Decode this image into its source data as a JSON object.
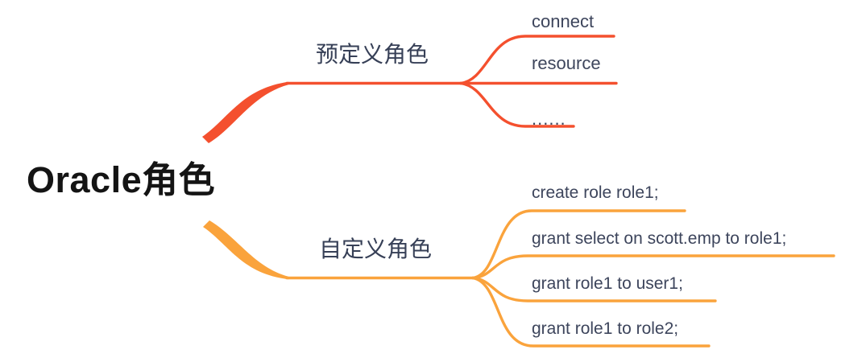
{
  "root": {
    "label": "Oracle角色",
    "label_latin": "Oracle",
    "label_cjk": "角色"
  },
  "branches": [
    {
      "id": "predefined-roles",
      "label": "预定义角色",
      "color": "#f4502e",
      "children": [
        {
          "label": "connect"
        },
        {
          "label": "resource"
        },
        {
          "label": "......"
        }
      ]
    },
    {
      "id": "custom-roles",
      "label": "自定义角色",
      "color": "#faa33c",
      "children": [
        {
          "label": "create role role1;"
        },
        {
          "label": "grant select on scott.emp to role1;"
        },
        {
          "label": "grant role1 to user1;"
        },
        {
          "label": "grant role1 to role2;"
        }
      ]
    }
  ],
  "colors": {
    "background": "#ffffff",
    "root_text": "#141414",
    "topic_text": "#3d455c",
    "branch_red": "#f4502e",
    "branch_orange": "#faa33c"
  }
}
